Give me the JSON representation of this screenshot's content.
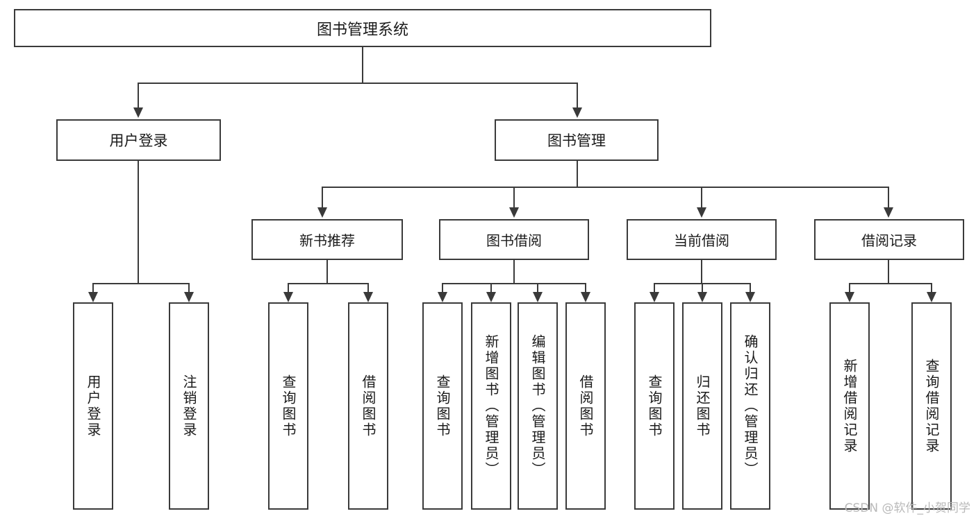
{
  "diagram": {
    "title": "图书管理系统",
    "type": "hierarchy-tree",
    "watermark": "CSDN @软件_小贺同学",
    "root": {
      "label": "图书管理系统"
    },
    "level2": [
      {
        "label": "用户登录"
      },
      {
        "label": "图书管理"
      }
    ],
    "level3": [
      {
        "label": "新书推荐"
      },
      {
        "label": "图书借阅"
      },
      {
        "label": "当前借阅"
      },
      {
        "label": "借阅记录"
      }
    ],
    "leaves": {
      "user_login": [
        {
          "label": "用户登录"
        },
        {
          "label": "注销登录"
        }
      ],
      "new_book_recommend": [
        {
          "label": "查询图书"
        },
        {
          "label": "借阅图书"
        }
      ],
      "book_borrow": [
        {
          "label": "查询图书"
        },
        {
          "label": "新增图书（管理员）"
        },
        {
          "label": "编辑图书（管理员）"
        },
        {
          "label": "借阅图书"
        }
      ],
      "current_borrow": [
        {
          "label": "查询图书"
        },
        {
          "label": "归还图书"
        },
        {
          "label": "确认归还（管理员）"
        }
      ],
      "borrow_record": [
        {
          "label": "新增借阅记录"
        },
        {
          "label": "查询借阅记录"
        }
      ]
    },
    "colors": {
      "line": "#3a3a3a",
      "box_border": "#3a3a3a",
      "box_fill": "#ffffff",
      "text": "#1a1a1a",
      "watermark": "#b9b9b9",
      "background": "#ffffff"
    }
  }
}
